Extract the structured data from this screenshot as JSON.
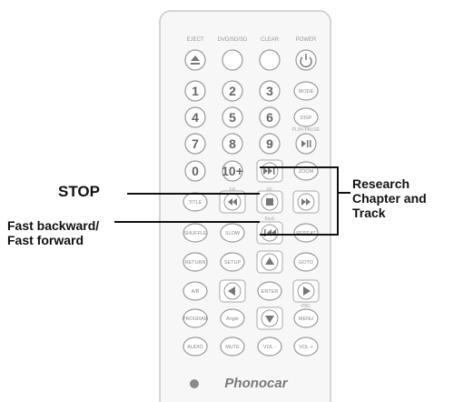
{
  "remote": {
    "top_labels": [
      "EJECT",
      "DVD/SD/SD",
      "CLEAR",
      "POWER"
    ],
    "small_labels": [
      "PLAY/PAUSE",
      "FR",
      "FF",
      "Back",
      "PBC"
    ],
    "buttons": [
      [
        "EJECT-icon",
        "",
        "",
        "POWER-icon"
      ],
      [
        "1",
        "2",
        "3",
        "MODE"
      ],
      [
        "4",
        "5",
        "6",
        "DISP"
      ],
      [
        "7",
        "8",
        "9",
        "PLAY-PAUSE-icon"
      ],
      [
        "0",
        "10+",
        "NEXT-icon",
        "ZOOM"
      ],
      [
        "TITLE",
        "FR-icon",
        "STOP-icon",
        "FF-icon"
      ],
      [
        "SHUFFLE",
        "SLOW",
        "PREV-icon",
        "REPEAT"
      ],
      [
        "RETURN",
        "SETUP",
        "UP-icon",
        "GOTO"
      ],
      [
        "A/B",
        "LEFT-icon",
        "ENTER",
        "RIGHT-icon"
      ],
      [
        "PROGRAM",
        "Angle",
        "DOWN-icon",
        "MENU"
      ],
      [
        "AUDIO",
        "MUTE",
        "VOL -",
        "VOL +"
      ]
    ],
    "brand": "Phonocar"
  },
  "callouts": {
    "stop": "STOP",
    "fast": "Fast backward/ Fast forward",
    "research": "Research Chapter and Track"
  }
}
